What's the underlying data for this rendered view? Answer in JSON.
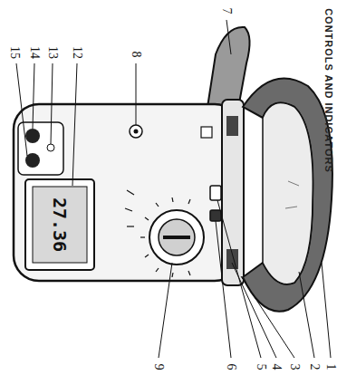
{
  "diagram": {
    "title": "CONTROLS AND INDICATORS",
    "labels": [
      "1",
      "2",
      "3",
      "4",
      "5",
      "6",
      "7",
      "8",
      "9",
      "12",
      "13",
      "14",
      "15",
      "27.36"
    ]
  }
}
